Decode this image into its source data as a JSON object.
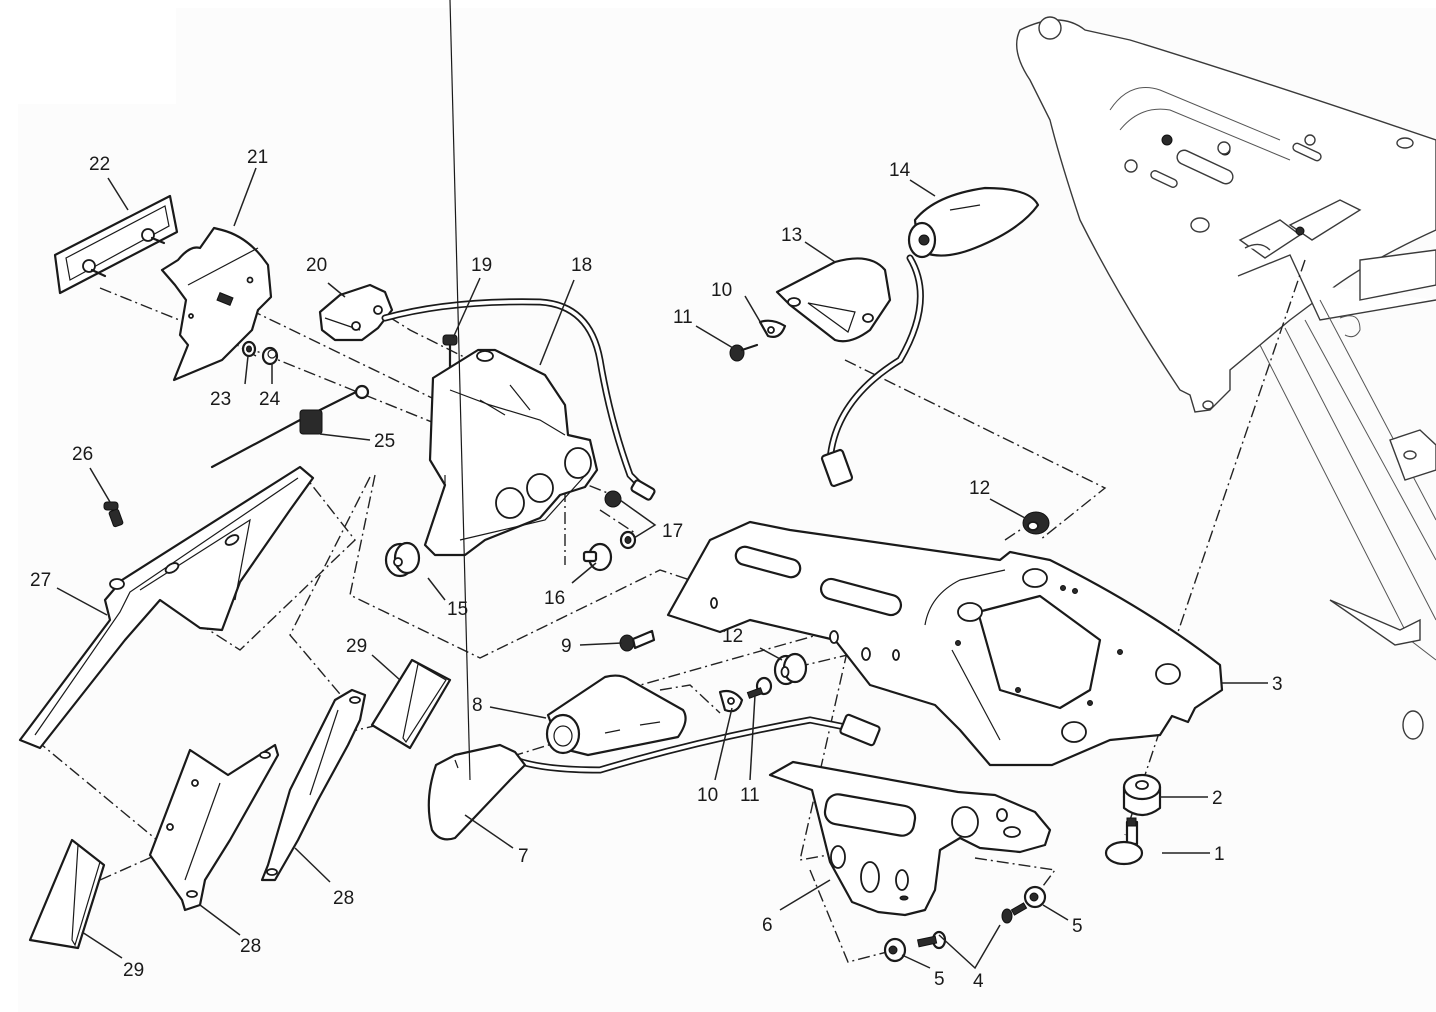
{
  "diagram": {
    "type": "exploded-parts-diagram",
    "subject": "rear license plate holder / tail light assembly",
    "callouts": [
      {
        "id": "c1",
        "number": "1"
      },
      {
        "id": "c2",
        "number": "2"
      },
      {
        "id": "c3",
        "number": "3"
      },
      {
        "id": "c4",
        "number": "4"
      },
      {
        "id": "c5a",
        "number": "5"
      },
      {
        "id": "c5b",
        "number": "5"
      },
      {
        "id": "c6",
        "number": "6"
      },
      {
        "id": "c7",
        "number": "7"
      },
      {
        "id": "c8",
        "number": "8"
      },
      {
        "id": "c9",
        "number": "9"
      },
      {
        "id": "c10a",
        "number": "10"
      },
      {
        "id": "c10b",
        "number": "10"
      },
      {
        "id": "c11a",
        "number": "11"
      },
      {
        "id": "c11b",
        "number": "11"
      },
      {
        "id": "c12a",
        "number": "12"
      },
      {
        "id": "c12b",
        "number": "12"
      },
      {
        "id": "c13",
        "number": "13"
      },
      {
        "id": "c14",
        "number": "14"
      },
      {
        "id": "c15",
        "number": "15"
      },
      {
        "id": "c16",
        "number": "16"
      },
      {
        "id": "c17",
        "number": "17"
      },
      {
        "id": "c18",
        "number": "18"
      },
      {
        "id": "c19",
        "number": "19"
      },
      {
        "id": "c20",
        "number": "20"
      },
      {
        "id": "c21",
        "number": "21"
      },
      {
        "id": "c22",
        "number": "22"
      },
      {
        "id": "c23",
        "number": "23"
      },
      {
        "id": "c24",
        "number": "24"
      },
      {
        "id": "c25",
        "number": "25"
      },
      {
        "id": "c26",
        "number": "26"
      },
      {
        "id": "c27",
        "number": "27"
      },
      {
        "id": "c28a",
        "number": "28"
      },
      {
        "id": "c28b",
        "number": "28"
      },
      {
        "id": "c29a",
        "number": "29"
      },
      {
        "id": "c29b",
        "number": "29"
      }
    ],
    "parts": [
      {
        "number": "1",
        "depicts": "screw"
      },
      {
        "number": "2",
        "depicts": "rubber grommet"
      },
      {
        "number": "3",
        "depicts": "main support bracket"
      },
      {
        "number": "4",
        "depicts": "screw"
      },
      {
        "number": "5",
        "depicts": "flanged nut"
      },
      {
        "number": "6",
        "depicts": "lower bracket"
      },
      {
        "number": "7",
        "depicts": "left turn indicator"
      },
      {
        "number": "8",
        "depicts": "indicator mount"
      },
      {
        "number": "9",
        "depicts": "screw"
      },
      {
        "number": "10",
        "depicts": "clip washer"
      },
      {
        "number": "11",
        "depicts": "screw"
      },
      {
        "number": "12",
        "depicts": "rubber grommet"
      },
      {
        "number": "13",
        "depicts": "indicator mount"
      },
      {
        "number": "14",
        "depicts": "right turn indicator"
      },
      {
        "number": "15",
        "depicts": "rubber bush"
      },
      {
        "number": "16",
        "depicts": "spacer"
      },
      {
        "number": "17",
        "depicts": "nut / washer"
      },
      {
        "number": "18",
        "depicts": "license plate light housing"
      },
      {
        "number": "19",
        "depicts": "screw"
      },
      {
        "number": "20",
        "depicts": "plate light"
      },
      {
        "number": "21",
        "depicts": "reflector bracket"
      },
      {
        "number": "22",
        "depicts": "reflector"
      },
      {
        "number": "23",
        "depicts": "washer"
      },
      {
        "number": "24",
        "depicts": "nut"
      },
      {
        "number": "25",
        "depicts": "cable tie clip"
      },
      {
        "number": "26",
        "depicts": "screw"
      },
      {
        "number": "27",
        "depicts": "license plate holder arm"
      },
      {
        "number": "28",
        "depicts": "plate bracket"
      },
      {
        "number": "29",
        "depicts": "rubber pad"
      }
    ]
  }
}
